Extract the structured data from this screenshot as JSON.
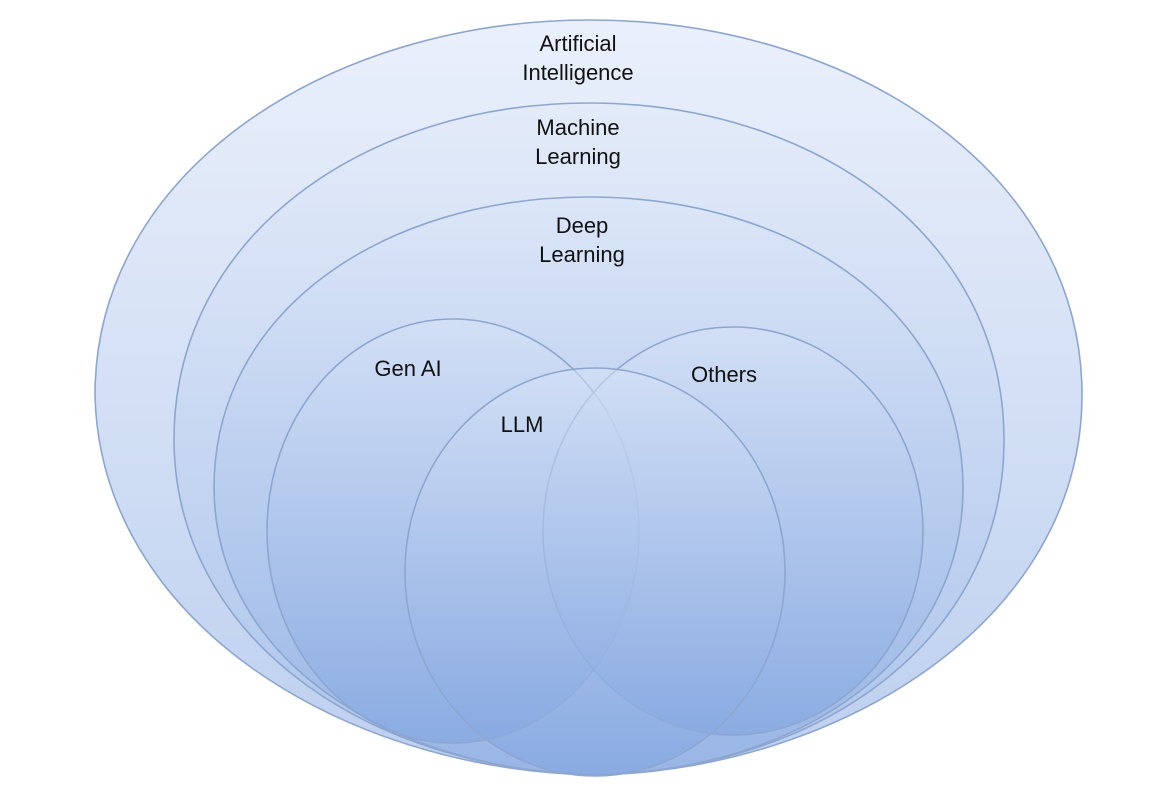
{
  "diagram": {
    "colors": {
      "fill_top": "#e8eefa",
      "fill_bottom": "#7fa3df",
      "stroke": "#8da6cf",
      "text": "#111111"
    },
    "ai": {
      "line1": "Artificial",
      "line2": "Intelligence"
    },
    "ml": {
      "line1": "Machine",
      "line2": "Learning"
    },
    "dl": {
      "line1": "Deep",
      "line2": "Learning"
    },
    "genai": {
      "label": "Gen AI"
    },
    "llm": {
      "label": "LLM"
    },
    "others": {
      "label": "Others"
    }
  }
}
